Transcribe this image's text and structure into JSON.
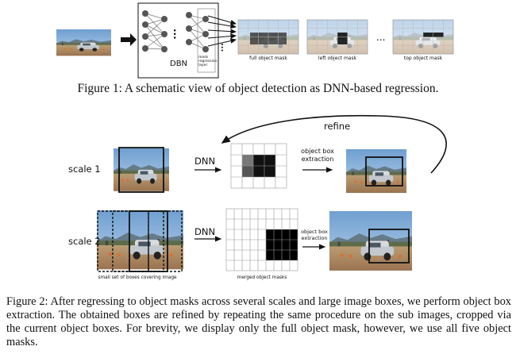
{
  "figure1": {
    "dbn_label": "DBN",
    "layer_note": [
      "mask",
      "regression",
      "layer"
    ],
    "ellipsis": "...",
    "mask_labels": [
      "full object mask",
      "left object mask",
      "top object mask"
    ],
    "caption": "Figure 1:  A schematic view of object detection as DNN-based regression."
  },
  "figure2": {
    "refine_label": "refine",
    "scales": [
      "scale 1",
      "scale 2"
    ],
    "dnn_label": "DNN",
    "extraction_label_line1": "object box",
    "extraction_label_line2": "extraction",
    "small_boxes_label": "small set of boxes covering image",
    "merged_masks_label": "merged object masks",
    "caption": "Figure 2:  After regressing to object masks across several scales and large image boxes, we perform object box extraction. The obtained boxes are refined by repeating the same procedure on the sub images, cropped via the current object boxes. For brevity, we display only the full object mask, however, we use all five object masks."
  }
}
